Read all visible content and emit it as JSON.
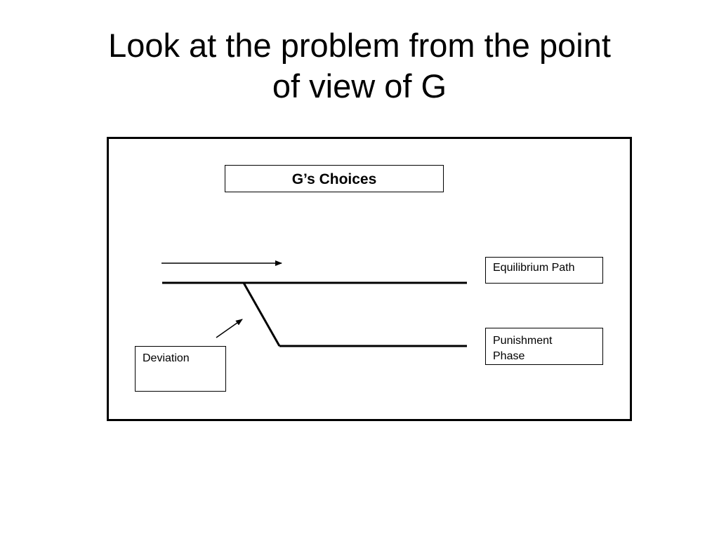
{
  "slide": {
    "title_line1": "Look at the problem from the point",
    "title_line2": "of view of G"
  },
  "diagram": {
    "header_label": "G’s Choices",
    "equilibrium_label": "Equilibrium Path",
    "punishment_label_line1": "Punishment",
    "punishment_label_line2": "Phase",
    "deviation_label": "Deviation",
    "line_color": "#000000"
  }
}
